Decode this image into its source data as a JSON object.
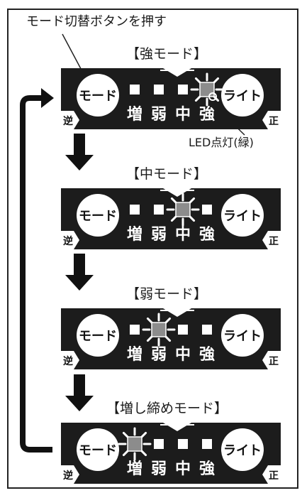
{
  "callout": {
    "press_mode": "モード切替ボタンを押す",
    "led_note": "LED点灯(緑)"
  },
  "panel": {
    "mode_button": "モード",
    "light_button": "ライト",
    "reverse_badge": "逆",
    "forward_badge": "正",
    "levels": [
      "増",
      "弱",
      "中",
      "強"
    ]
  },
  "modes": [
    {
      "title": "【強モード】",
      "lit_index": 3
    },
    {
      "title": "【中モード】",
      "lit_index": 2
    },
    {
      "title": "【弱モード】",
      "lit_index": 1
    },
    {
      "title": "【増し締めモード】",
      "lit_index": 0
    }
  ],
  "colors": {
    "panel": "#1c1c1c",
    "led_off": "#ffffff",
    "led_on": "#8c8c8c",
    "frame": "#222222"
  }
}
